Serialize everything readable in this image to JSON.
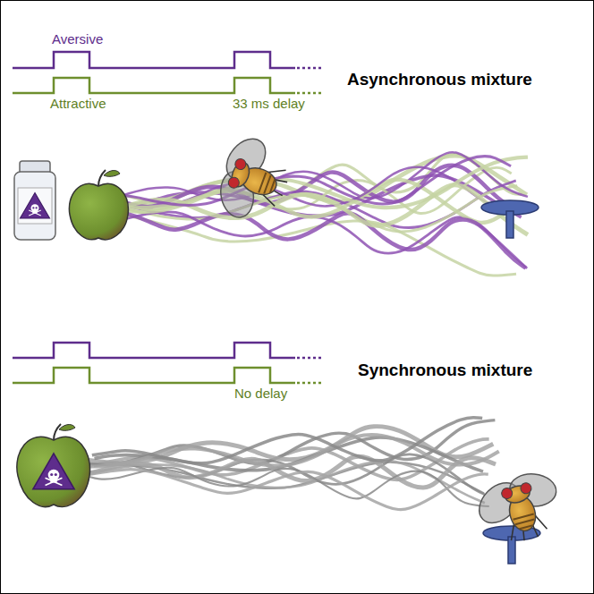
{
  "diagram": {
    "labels": [
      "Aversive",
      "Attractive",
      "33 ms delay",
      "Asynchronous mixture",
      "No delay",
      "Synchronous mixture"
    ]
  }
}
